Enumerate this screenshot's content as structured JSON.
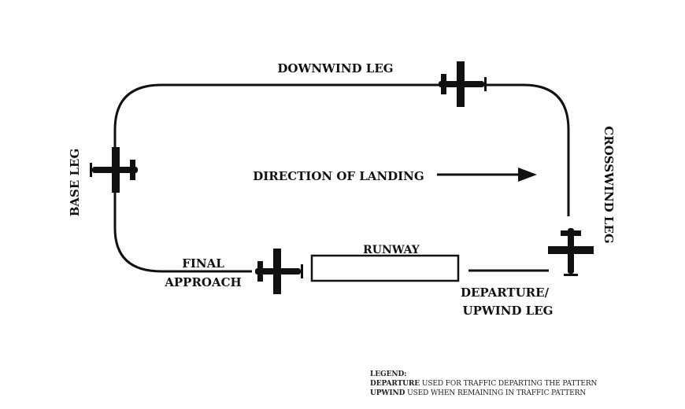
{
  "diagram": {
    "legs": {
      "downwind": "DOWNWIND LEG",
      "crosswind": "CROSSWIND LEG",
      "base": "BASE LEG",
      "final_line1": "FINAL",
      "final_line2": "APPROACH",
      "departure_line1": "DEPARTURE/",
      "departure_line2": "UPWIND LEG"
    },
    "runway": "RUNWAY",
    "direction": "DIRECTION OF LANDING",
    "legend": {
      "title": "LEGEND:",
      "items": [
        {
          "term": "DEPARTURE",
          "text": " USED FOR TRAFFIC DEPARTING THE PATTERN"
        },
        {
          "term": "UPWIND",
          "text": " USED WHEN REMAINING IN TRAFFIC PATTERN"
        }
      ]
    },
    "icons": [
      "airplane-icon",
      "direction-arrow-icon"
    ]
  }
}
